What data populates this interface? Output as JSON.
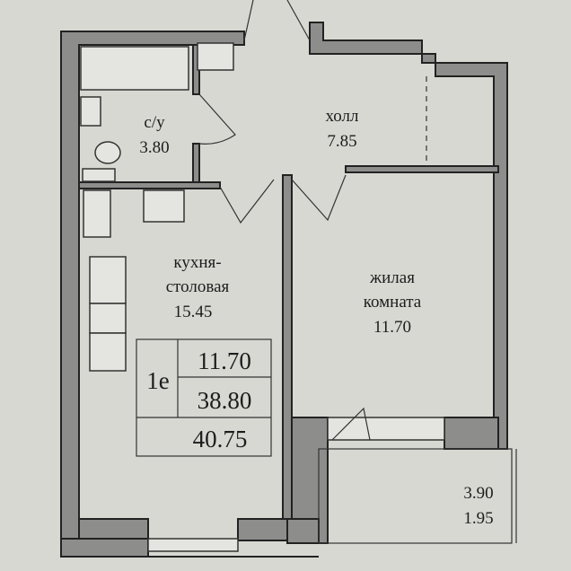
{
  "rooms": {
    "bathroom": {
      "name": "с/у",
      "area": "3.80"
    },
    "hall": {
      "name": "холл",
      "area": "7.85"
    },
    "kitchen": {
      "name_line1": "кухня-",
      "name_line2": "столовая",
      "area": "15.45"
    },
    "living": {
      "name_line1": "жилая",
      "name_line2": "комната",
      "area": "11.70"
    },
    "balcony": {
      "area_full": "3.90",
      "area_reduced": "1.95"
    }
  },
  "summary_table": {
    "type": "1е",
    "living_area": "11.70",
    "total_area": "38.80",
    "total_with_balcony": "40.75"
  }
}
